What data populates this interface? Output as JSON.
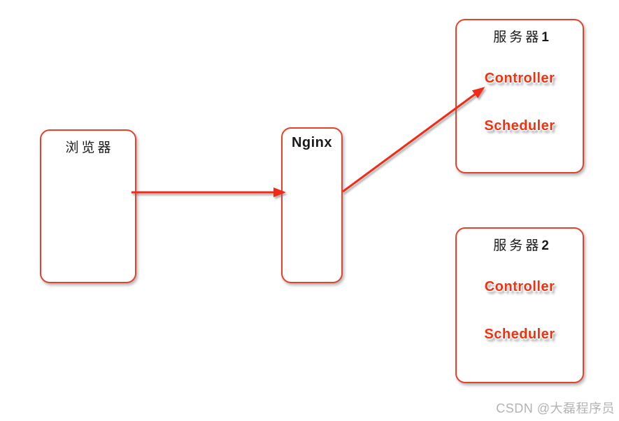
{
  "diagram": {
    "nodes": {
      "browser": {
        "label": "浏览器"
      },
      "nginx": {
        "label": "Nginx"
      },
      "server1": {
        "title": "服务器",
        "number": "1",
        "components": [
          "Controller",
          "Scheduler"
        ]
      },
      "server2": {
        "title": "服务器",
        "number": "2",
        "components": [
          "Controller",
          "Scheduler"
        ]
      }
    },
    "edges": [
      {
        "from": "browser",
        "to": "nginx"
      },
      {
        "from": "nginx",
        "to": "server1-controller"
      }
    ],
    "watermark": "CSDN @大磊程序员",
    "colors": {
      "box_border": "#e2432c",
      "arrow": "#f22b16",
      "component_text": "#f5300f",
      "label_text": "#1a1a1a",
      "watermark_text": "#b3b3b3",
      "background": "#ffffff"
    }
  }
}
